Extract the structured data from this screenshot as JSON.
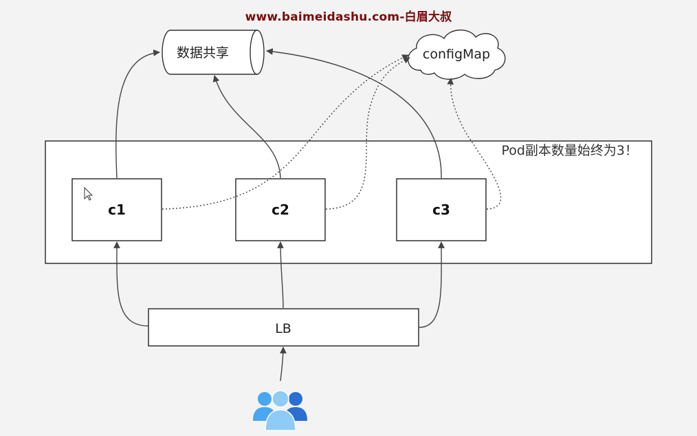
{
  "watermark": "www.baimeidashu.com-白眉大叔",
  "diagram": {
    "storage": {
      "label": "数据共享"
    },
    "config": {
      "label": "configMap"
    },
    "group": {
      "label": "Pod副本数量始终为3！"
    },
    "containers": [
      {
        "label": "c1"
      },
      {
        "label": "c2"
      },
      {
        "label": "c3"
      }
    ],
    "loadbalancer": {
      "label": "LB"
    },
    "users": {
      "icon": "users-icon"
    }
  },
  "colors": {
    "background": "#f3f3f3",
    "line": "#444444",
    "watermark": "#7a0a0a",
    "user_light": "#8ecbf7",
    "user_dark": "#2a6fd1"
  }
}
